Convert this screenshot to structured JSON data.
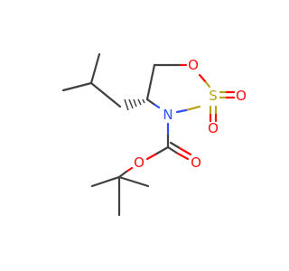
{
  "atoms": {
    "ring_oxygen": "O",
    "sulfur": "S",
    "sulfonyl_oxygen_1": "O",
    "sulfonyl_oxygen_2": "O",
    "nitrogen": "N",
    "carbonyl_oxygen": "O",
    "ester_oxygen": "O"
  },
  "colors": {
    "bond": "#404040",
    "oxygen": "#ff0d0d",
    "nitrogen": "#3050f8",
    "sulfur": "#b8a51e",
    "background": "#ffffff"
  }
}
